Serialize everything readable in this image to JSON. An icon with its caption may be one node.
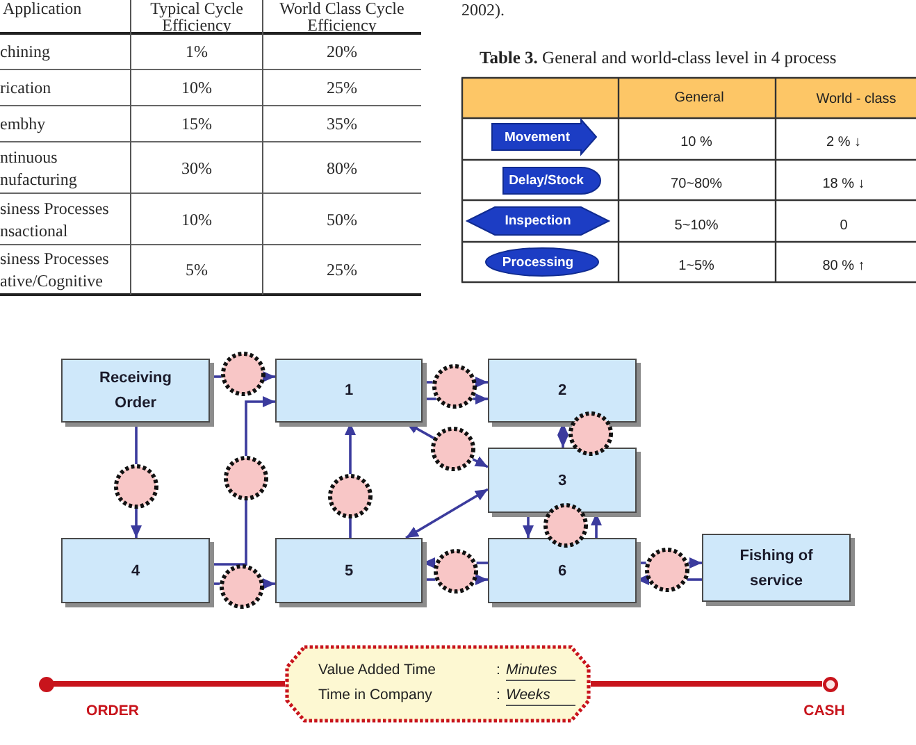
{
  "diagram": {
    "nodes": [
      {
        "text": [
          "Movement"
        ]
      },
      {
        "text": [
          "Delay/Stock"
        ]
      },
      {
        "text": [
          "Inspection"
        ]
      },
      {
        "text": [
          "Processing"
        ]
      },
      {
        "text": [
          "Receiving Order"
        ]
      },
      {
        "text": [],
        "shape": "circle"
      },
      {
        "text": [
          "1"
        ]
      },
      {
        "text": [],
        "shape": "circle"
      },
      {
        "text": [
          "2"
        ]
      },
      {
        "text": [],
        "shape": "circle"
      },
      {
        "text": [],
        "shape": "circle"
      },
      {
        "text": [],
        "shape": "circle"
      },
      {
        "text": [],
        "shape": "circle"
      },
      {
        "text": [],
        "shape": "circle"
      },
      {
        "text": [
          "3"
        ]
      },
      {
        "text": [],
        "shape": "circle"
      },
      {
        "text": [
          "4"
        ]
      },
      {
        "text": [],
        "shape": "circle"
      },
      {
        "text": [
          "5"
        ]
      },
      {
        "text": [],
        "shape": "circle"
      },
      {
        "text": [
          "6"
        ]
      },
      {
        "text": [],
        "shape": "circle"
      },
      {
        "text": [
          "Fishing of service"
        ]
      },
      {
        "text": [
          "Value Added Time",
          ":",
          "Minutes",
          "Time in Company",
          ":",
          "Weeks"
        ]
      },
      {
        "text": [],
        "shape": "circle",
        "beside": [
          "ORDER"
        ]
      },
      {
        "text": [],
        "shape": "circle",
        "beside": [
          "CASH"
        ]
      }
    ],
    "edges": [
      {
        "from": 4,
        "to": 5,
        "arrow": "none"
      },
      {
        "from": 5,
        "to": 6,
        "arrow": "to"
      },
      {
        "from": 4,
        "to": 9,
        "arrow": "none"
      },
      {
        "from": 9,
        "to": 16,
        "arrow": "to"
      },
      {
        "from": 16,
        "to": 10,
        "arrow": "none"
      },
      {
        "from": 10,
        "to": 6,
        "arrow": "to"
      },
      {
        "from": 16,
        "to": 17,
        "arrow": "none"
      },
      {
        "from": 17,
        "to": 18,
        "arrow": "to"
      },
      {
        "from": 18,
        "to": 11,
        "arrow": "none"
      },
      {
        "from": 11,
        "to": 6,
        "arrow": "to"
      },
      {
        "from": 6,
        "to": 7,
        "arrow": "none"
      },
      {
        "from": 7,
        "to": 8,
        "arrow": "to"
      },
      {
        "from": 6,
        "to": 7,
        "arrow": "none"
      },
      {
        "from": 7,
        "to": 8,
        "arrow": "to"
      },
      {
        "from": 12,
        "to": 6,
        "arrow": "to"
      },
      {
        "from": 12,
        "to": 14,
        "arrow": "to"
      },
      {
        "from": 14,
        "to": 18,
        "arrow": "both"
      },
      {
        "from": 8,
        "to": 14,
        "arrow": "both"
      },
      {
        "from": 14,
        "to": 20,
        "arrow": "to"
      },
      {
        "from": 20,
        "to": 14,
        "arrow": "to"
      },
      {
        "from": 20,
        "to": 19,
        "arrow": "none"
      },
      {
        "from": 19,
        "to": 18,
        "arrow": "to"
      },
      {
        "from": 18,
        "to": 19,
        "arrow": "none"
      },
      {
        "from": 19,
        "to": 20,
        "arrow": "to"
      },
      {
        "from": 20,
        "to": 21,
        "arrow": "none"
      },
      {
        "from": 21,
        "to": 22,
        "arrow": "to"
      },
      {
        "from": 22,
        "to": 21,
        "arrow": "none"
      },
      {
        "from": 21,
        "to": 20,
        "arrow": "to"
      },
      {
        "from": 24,
        "to": 23,
        "arrow": "none",
        "style": "thick",
        "color": "#c8141c"
      },
      {
        "from": 23,
        "to": 25,
        "arrow": "none",
        "style": "thick",
        "color": "#c8141c"
      }
    ],
    "labels": [
      "Application",
      "Typical Cycle Efficiency",
      "World Class Cycle Efficiency",
      "chining",
      "1%",
      "20%",
      "rication",
      "10%",
      "25%",
      "embhy",
      "15%",
      "35%",
      "ntinuous nufacturing",
      "30%",
      "80%",
      "siness Processes nsactional",
      "10%",
      "50%",
      "siness Processes ative/Cognitive",
      "5%",
      "25%",
      "2002).",
      "**Table 3.** General and world-class level in 4 process",
      "General",
      "World - class",
      "10 %",
      "2 % ↓",
      "70~80%",
      "18 % ↓",
      "5~10%",
      "0",
      "1~5%",
      "80 % ↑"
    ]
  }
}
